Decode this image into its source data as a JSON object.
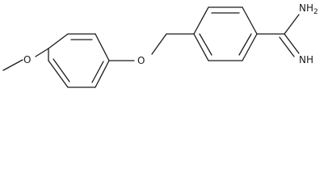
{
  "molecule": {
    "labels": {
      "methoxy_oxygen": "O",
      "ether_oxygen": "O",
      "amine": "NH",
      "amine_subscript": "2",
      "imine": "NH"
    }
  }
}
